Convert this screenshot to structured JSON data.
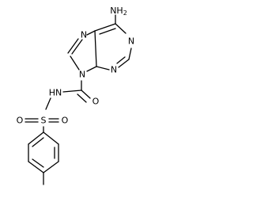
{
  "molecule": {
    "atoms": {
      "amine": "NH",
      "amine_subscript": "2",
      "n_imidazole_top": "N",
      "n_pyrimidine_right": "N",
      "n_pyrimidine_bottom": "N",
      "n_imidazole_attached": "N",
      "carbonyl_oxygen": "O",
      "amide_nh": "HN",
      "sulfur": "S",
      "sulfonyl_oxygen_left": "O",
      "sulfonyl_oxygen_right": "O"
    }
  }
}
